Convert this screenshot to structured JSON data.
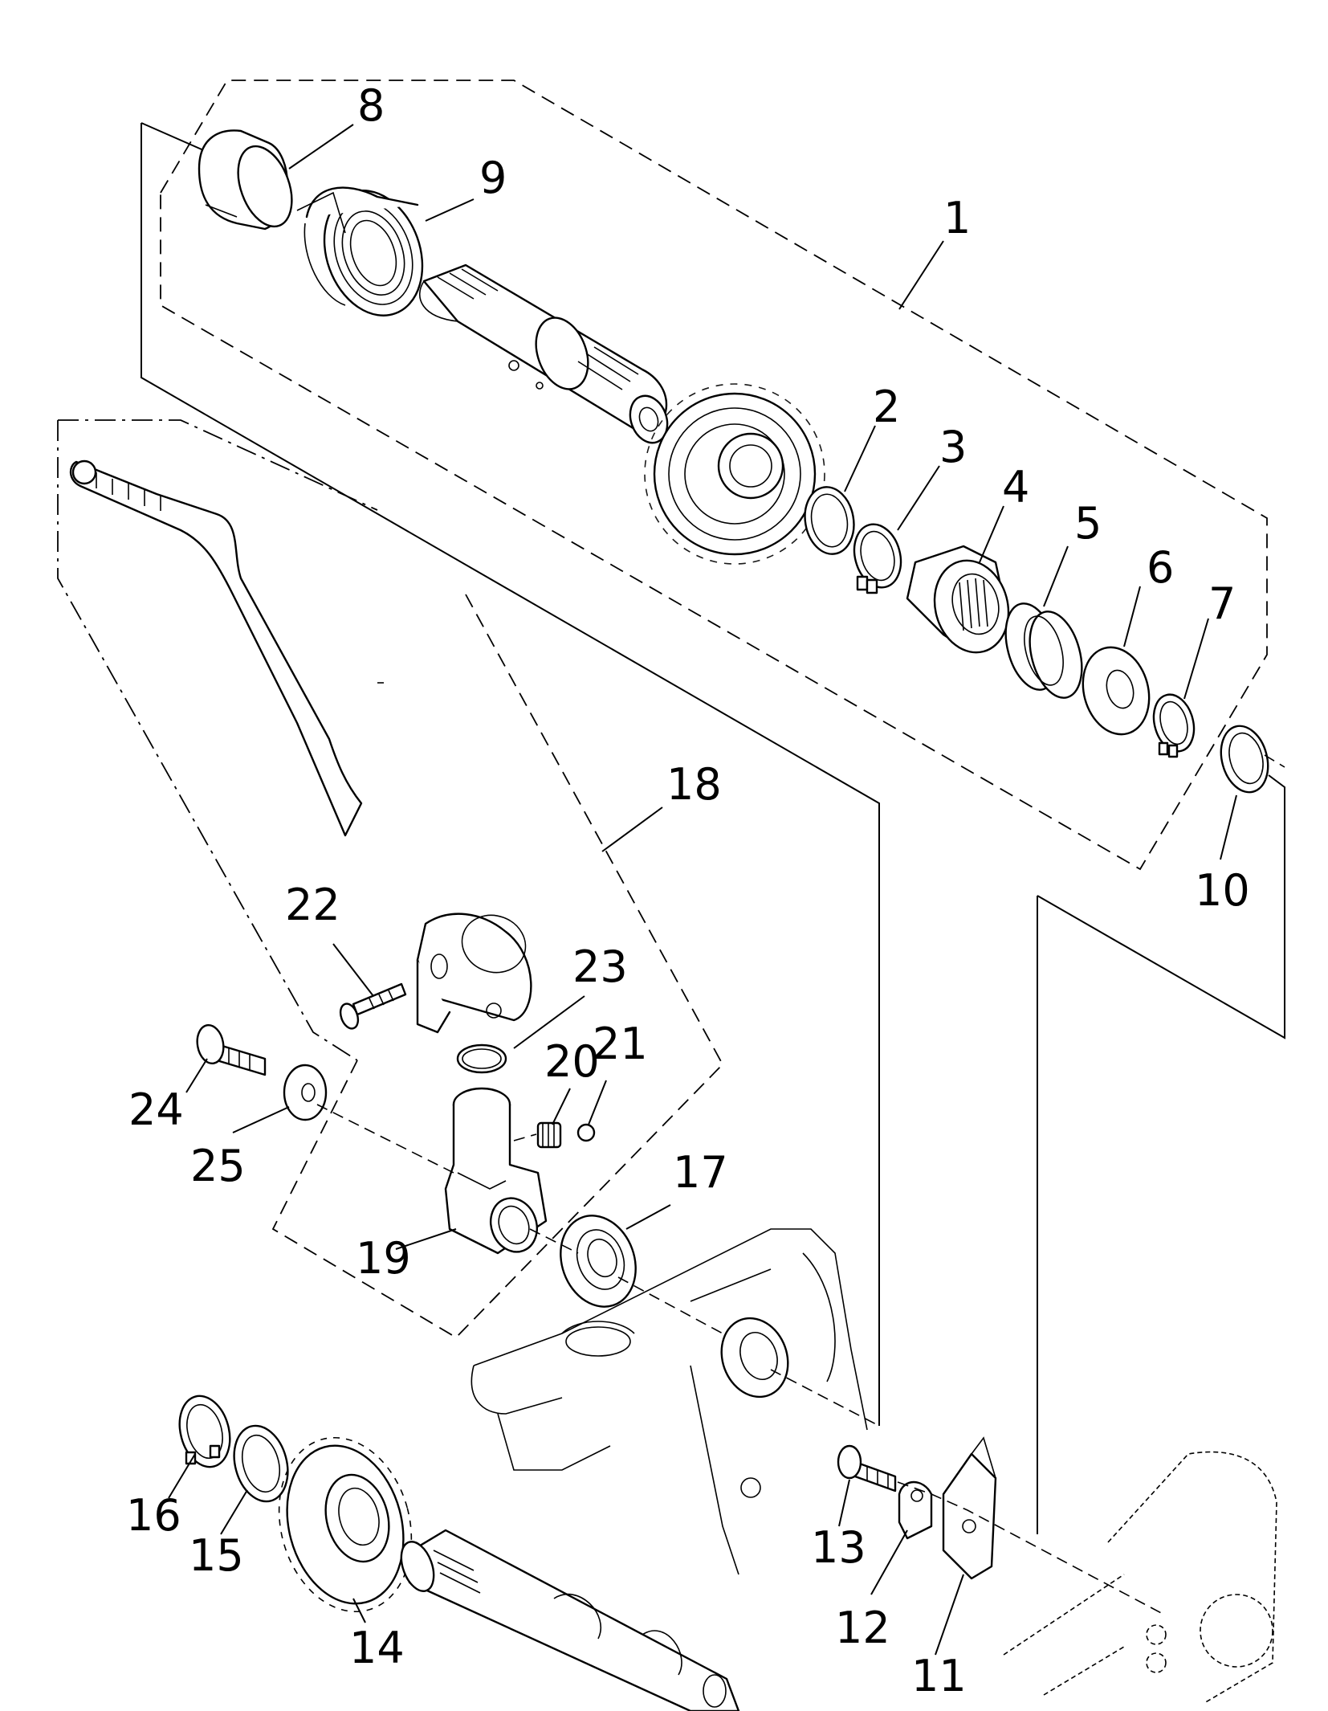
{
  "callouts": [
    {
      "id": "1",
      "label": "1",
      "part": "kick-shaft-assembly"
    },
    {
      "id": "2",
      "label": "2",
      "part": "washer"
    },
    {
      "id": "3",
      "label": "3",
      "part": "circlip"
    },
    {
      "id": "4",
      "label": "4",
      "part": "ratchet-wheel"
    },
    {
      "id": "5",
      "label": "5",
      "part": "spring"
    },
    {
      "id": "6",
      "label": "6",
      "part": "washer"
    },
    {
      "id": "7",
      "label": "7",
      "part": "circlip"
    },
    {
      "id": "8",
      "label": "8",
      "part": "spring-guide-collar"
    },
    {
      "id": "9",
      "label": "9",
      "part": "torsion-spring"
    },
    {
      "id": "10",
      "label": "10",
      "part": "washer"
    },
    {
      "id": "11",
      "label": "11",
      "part": "ratchet-guide-plate"
    },
    {
      "id": "12",
      "label": "12",
      "part": "lock-washer"
    },
    {
      "id": "13",
      "label": "13",
      "part": "bolt"
    },
    {
      "id": "14",
      "label": "14",
      "part": "idle-gear"
    },
    {
      "id": "15",
      "label": "15",
      "part": "washer"
    },
    {
      "id": "16",
      "label": "16",
      "part": "circlip"
    },
    {
      "id": "17",
      "label": "17",
      "part": "oil-seal"
    },
    {
      "id": "18",
      "label": "18",
      "part": "kick-crank-assembly"
    },
    {
      "id": "19",
      "label": "19",
      "part": "kick-boss"
    },
    {
      "id": "20",
      "label": "20",
      "part": "spring"
    },
    {
      "id": "21",
      "label": "21",
      "part": "ball"
    },
    {
      "id": "22",
      "label": "22",
      "part": "screw"
    },
    {
      "id": "23",
      "label": "23",
      "part": "o-ring"
    },
    {
      "id": "24",
      "label": "24",
      "part": "bolt"
    },
    {
      "id": "25",
      "label": "25",
      "part": "washer"
    }
  ]
}
